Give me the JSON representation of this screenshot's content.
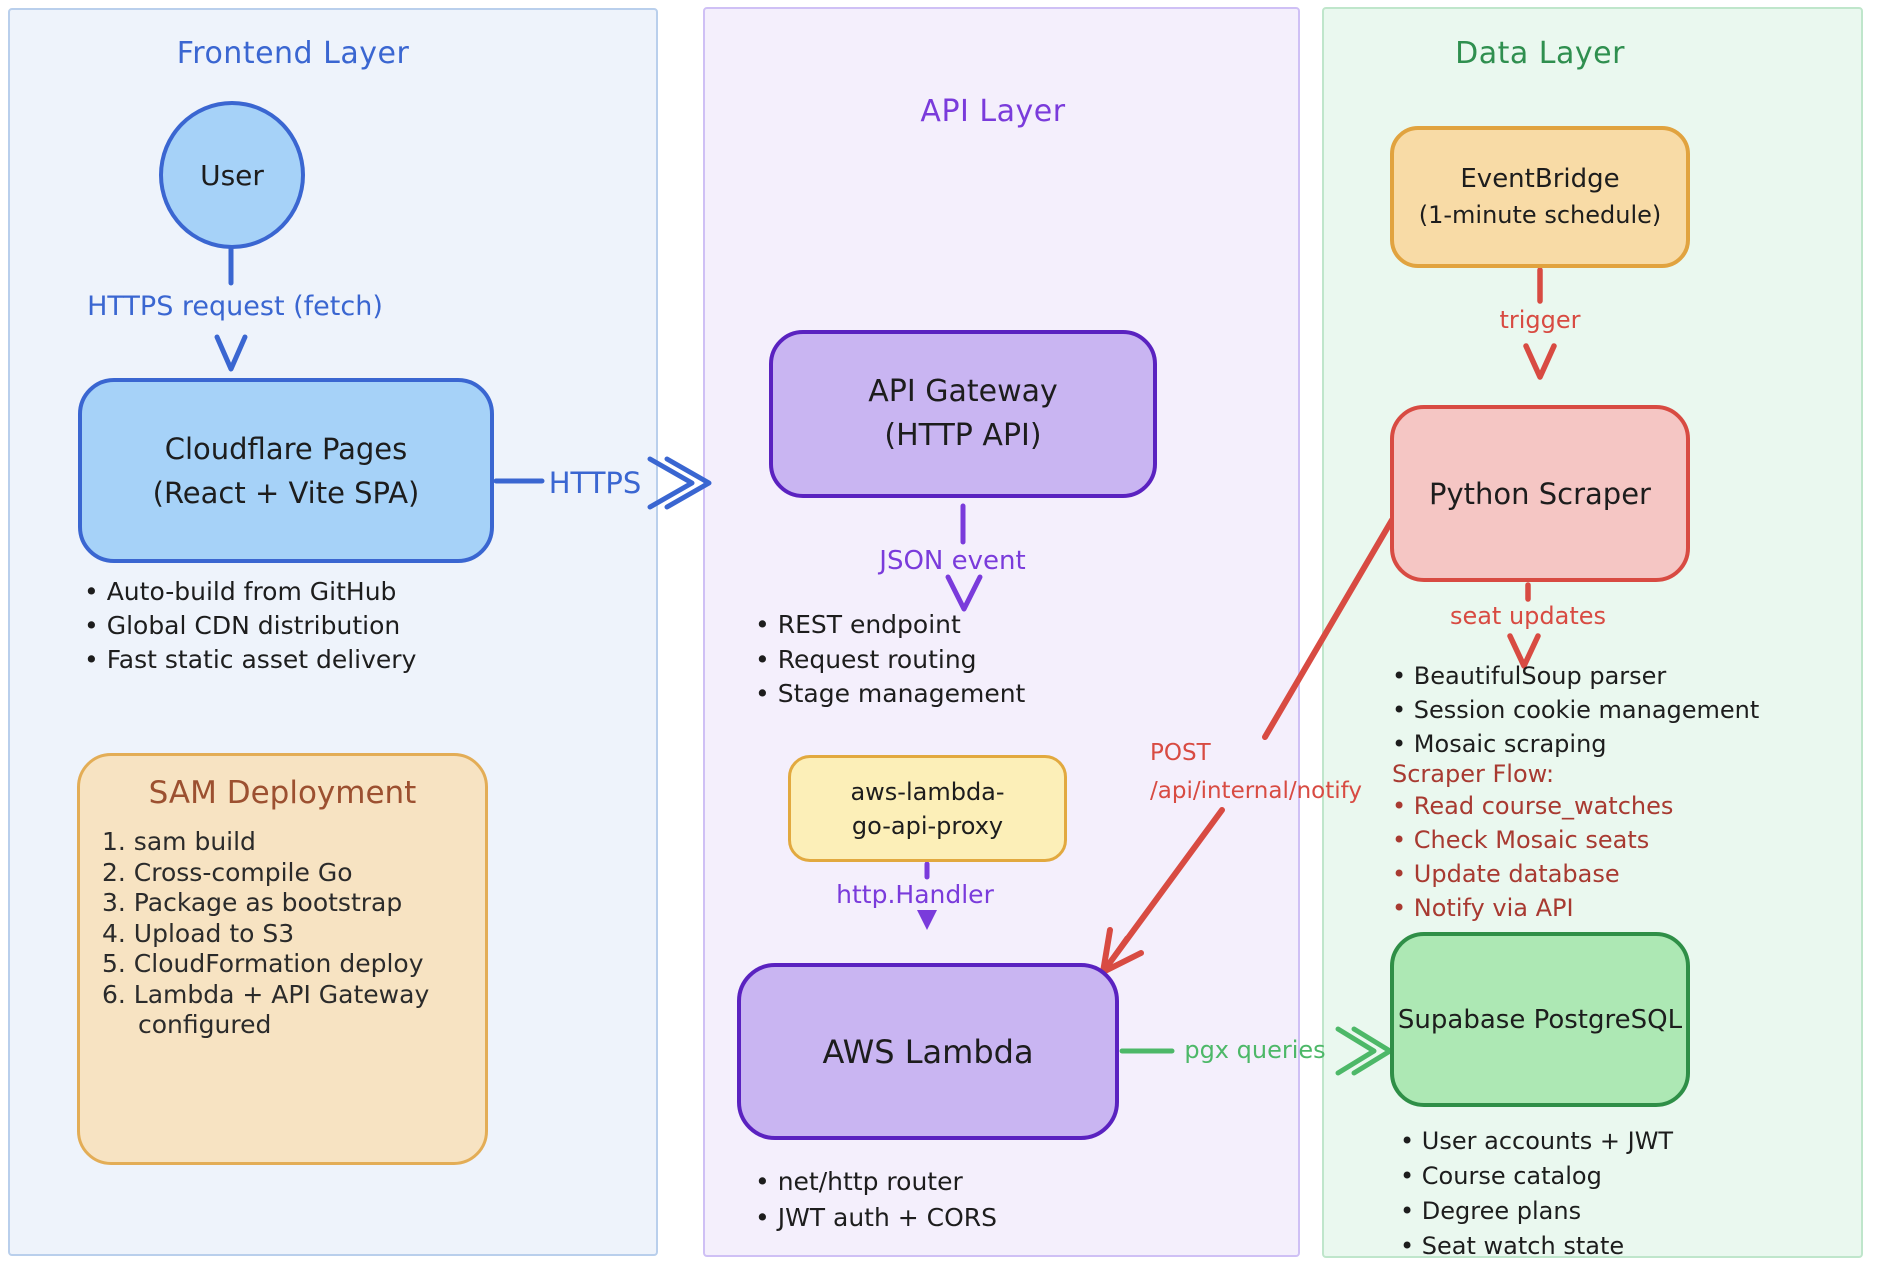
{
  "frontend": {
    "title": "Frontend Layer",
    "user_label": "User",
    "request_label": "HTTPS request (fetch)",
    "cloudflare": {
      "line1": "Cloudflare Pages",
      "line2": "(React + Vite SPA)",
      "bullets": [
        "Auto-build from GitHub",
        "Global CDN distribution",
        "Fast static asset delivery"
      ]
    },
    "sam": {
      "title": "SAM Deployment",
      "steps": [
        "1. sam build",
        "2. Cross-compile Go",
        "3. Package as bootstrap",
        "4. Upload to S3",
        "5. CloudFormation deploy",
        "6. Lambda + API Gateway configured"
      ]
    }
  },
  "api": {
    "title": "API Layer",
    "https_label": "HTTPS",
    "gateway": {
      "line1": "API Gateway",
      "line2": "(HTTP API)",
      "bullets": [
        "REST endpoint",
        "Request routing",
        "Stage management"
      ]
    },
    "json_event_label": "JSON event",
    "proxy": {
      "line1": "aws-lambda-",
      "line2": "go-api-proxy"
    },
    "http_handler_label": "http.Handler",
    "lambda": {
      "label": "AWS Lambda",
      "bullets": [
        "net/http router",
        "JWT auth + CORS"
      ]
    },
    "pgx_label": "pgx queries"
  },
  "data": {
    "title": "Data Layer",
    "eventbridge": {
      "line1": "EventBridge",
      "line2": "(1-minute schedule)"
    },
    "trigger_label": "trigger",
    "scraper": {
      "label": "Python Scraper",
      "seat_updates_label": "seat updates",
      "bullets": [
        "BeautifulSoup parser",
        "Session cookie management",
        "Mosaic scraping"
      ],
      "flow_title": "Scraper Flow:",
      "flow_steps": [
        "Read course_watches",
        "Check Mosaic seats",
        "Update database",
        "Notify via API"
      ]
    },
    "post_label": {
      "line1": "POST",
      "line2": "/api/internal/notify"
    },
    "supabase": {
      "label": "Supabase PostgreSQL",
      "bullets": [
        "User accounts + JWT",
        "Course catalog",
        "Degree plans",
        "Seat watch state"
      ]
    }
  },
  "colors": {
    "blue": "#3a66d1",
    "blue_fill": "#a6d2f8",
    "purple": "#5a22c0",
    "purple_accent": "#7a3bdb",
    "purple_fill": "#c9b5f2",
    "yellow_fill": "#fcefb8",
    "yellow_stroke": "#e2a93f",
    "tan_fill": "#f7e3c2",
    "tan_stroke": "#e3ad56",
    "brown": "#9c5030",
    "orange_fill": "#f8dba6",
    "orange_stroke": "#e1a33f",
    "red": "#d84b42",
    "maroon": "#a83a31",
    "pink_fill": "#f5c6c4",
    "green": "#2f8f4f",
    "green_fill": "#ade8b4",
    "green_arrow": "#4db868"
  }
}
